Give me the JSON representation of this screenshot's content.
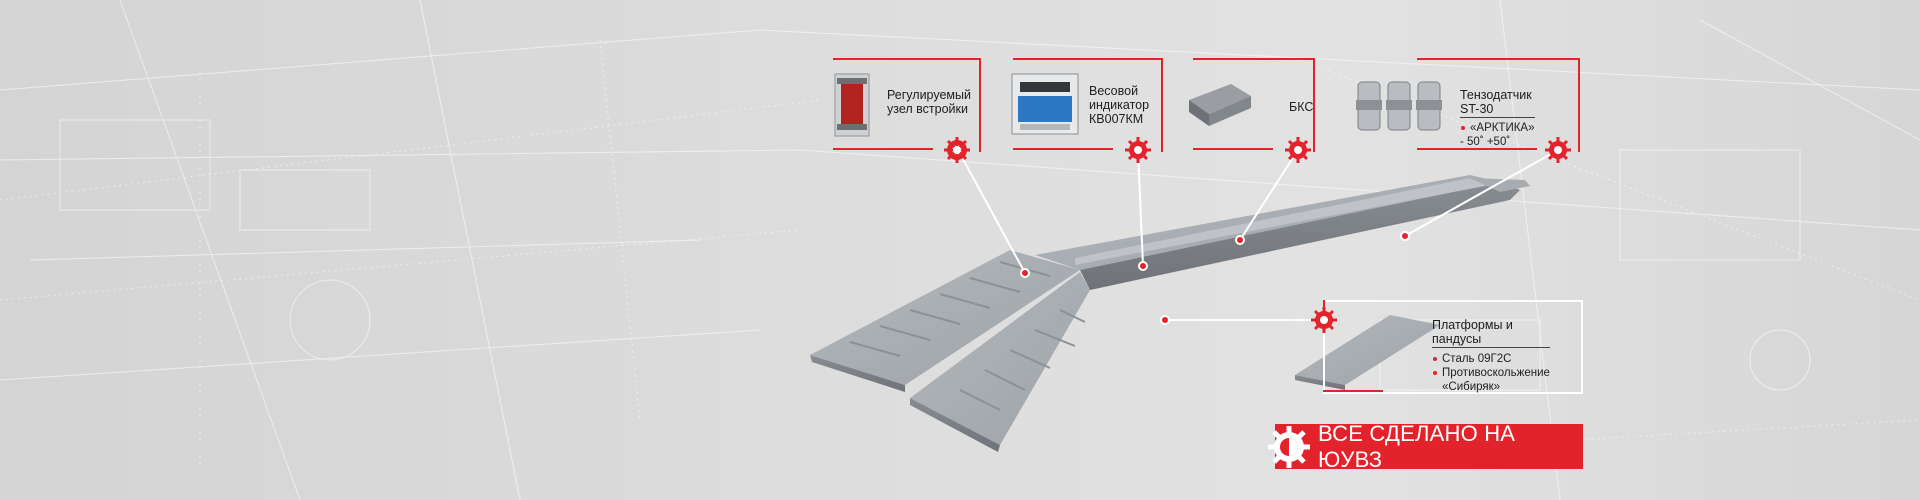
{
  "callouts": {
    "unit": {
      "line1": "Регулируемый",
      "line2": "узел встройки",
      "icon": "adjustable-unit-icon"
    },
    "indicator": {
      "line1": "Весовой",
      "line2": "индикатор",
      "line3": "КВ007КМ",
      "icon": "weight-indicator-icon"
    },
    "bks": {
      "label": "БКС",
      "icon": "junction-box-icon"
    },
    "sensor": {
      "title": "Тензодатчик ST-30",
      "bullet1": "«АРКТИКА»",
      "bullet2": "- 50˚ +50˚",
      "icon": "load-cell-icon"
    },
    "platform": {
      "title": "Платформы и пандусы",
      "bullet1": "Сталь 09Г2С",
      "bullet2a": "Противоскольжение",
      "bullet2b": "«Сибиряк»",
      "icon": "ramp-icon"
    }
  },
  "cta": {
    "label": "ВСЕ СДЕЛАНО НА ЮУВЗ",
    "icon": "gear-icon"
  },
  "colors": {
    "accent": "#e3232b",
    "background": "#dcdcdc",
    "steel": "#9aa0a6"
  }
}
